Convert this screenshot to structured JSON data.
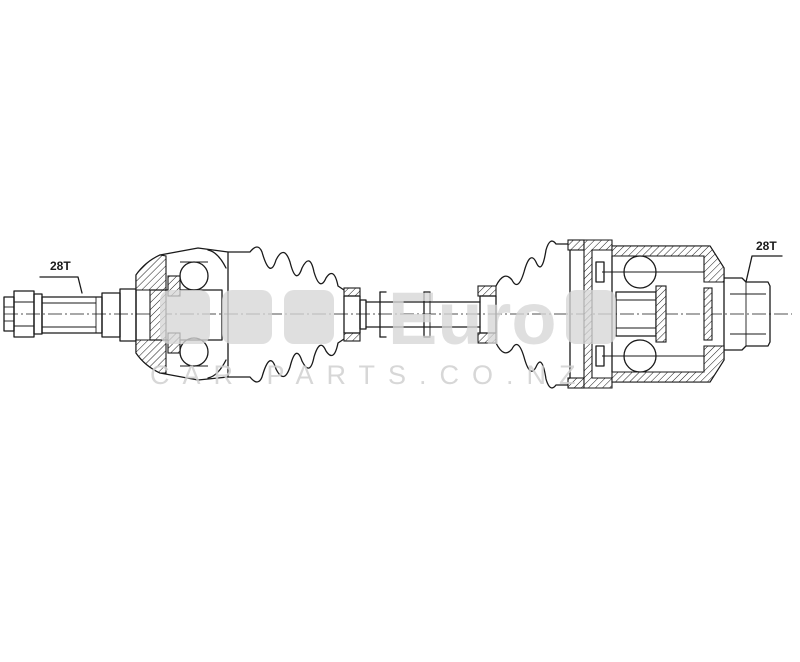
{
  "callouts": {
    "left_spline": "28T",
    "right_spline": "28T"
  },
  "watermark": {
    "brand": "Euro",
    "tagline": "CAR PARTS.CO.NZ",
    "color": "#d6d6d6"
  },
  "colors": {
    "line": "#1a1a1a",
    "background": "#ffffff"
  }
}
